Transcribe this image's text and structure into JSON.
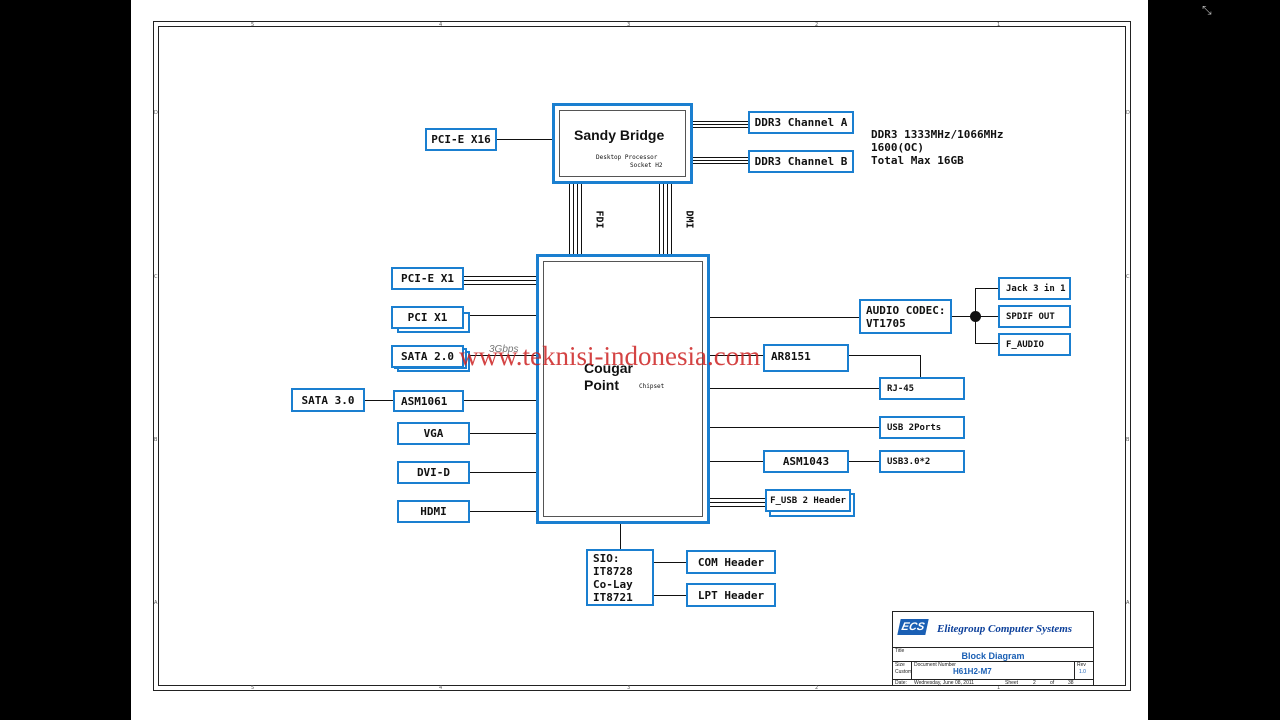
{
  "cpu": {
    "title": "Sandy Bridge",
    "sub1": "Desktop Processor",
    "sub2": "Socket H2"
  },
  "pch": {
    "title1": "Cougar",
    "title2": "Point",
    "sub": "Chipset"
  },
  "links": {
    "fdi": "FDI",
    "dmi": "DMI"
  },
  "left": {
    "pcie16": "PCI-E X16",
    "pcie1": "PCI-E X1",
    "pci": "PCI X1",
    "sata2": "SATA 2.0",
    "sata2_speed": "3Gbps",
    "sata3": "SATA 3.0",
    "asm1061": "ASM1061",
    "vga": "VGA",
    "dvi": "DVI-D",
    "hdmi": "HDMI"
  },
  "memory": {
    "chA": "DDR3 Channel A",
    "chB": "DDR3 Channel B",
    "note1": "DDR3 1333MHz/1066MHz",
    "note2": "1600(OC)",
    "note3": "Total Max 16GB"
  },
  "right": {
    "codec1": "AUDIO CODEC:",
    "codec2": "VT1705",
    "jack": "Jack 3 in 1",
    "spdif": "SPDIF OUT",
    "faudio": "F_AUDIO",
    "lan": "AR8151",
    "rj45": "RJ-45",
    "usb2": "USB 2Ports",
    "asm1043": "ASM1043",
    "usb3": "USB3.0*2",
    "fusb": "F_USB 2 Header"
  },
  "sio": {
    "l1": "SIO:",
    "l2": "IT8728",
    "l3": "Co-Lay",
    "l4": "IT8721",
    "com": "COM Header",
    "lpt": "LPT Header"
  },
  "watermark": "www.teknisi-indonesia.com",
  "title_block": {
    "company": "Elitegroup Computer Systems",
    "logo": "ECS",
    "title_label": "Title",
    "title": "Block Diagram",
    "size_label": "Size",
    "size_value": "Custom",
    "docnum_label": "Document Number",
    "docnum": "H61H2-M7",
    "rev_label": "Rev",
    "rev": "1.0",
    "date_label": "Date:",
    "date": "Wednesday, June 08, 2011",
    "sheet_label": "Sheet",
    "sheet": "2",
    "of_label": "of",
    "of": "38"
  },
  "ticks": {
    "top": [
      "5",
      "4",
      "3",
      "2",
      "1"
    ],
    "side": [
      "D",
      "C",
      "B",
      "A"
    ]
  },
  "colors": {
    "box_border": "#1a7fd0",
    "watermark": "#cc2222",
    "background": "#000000"
  }
}
